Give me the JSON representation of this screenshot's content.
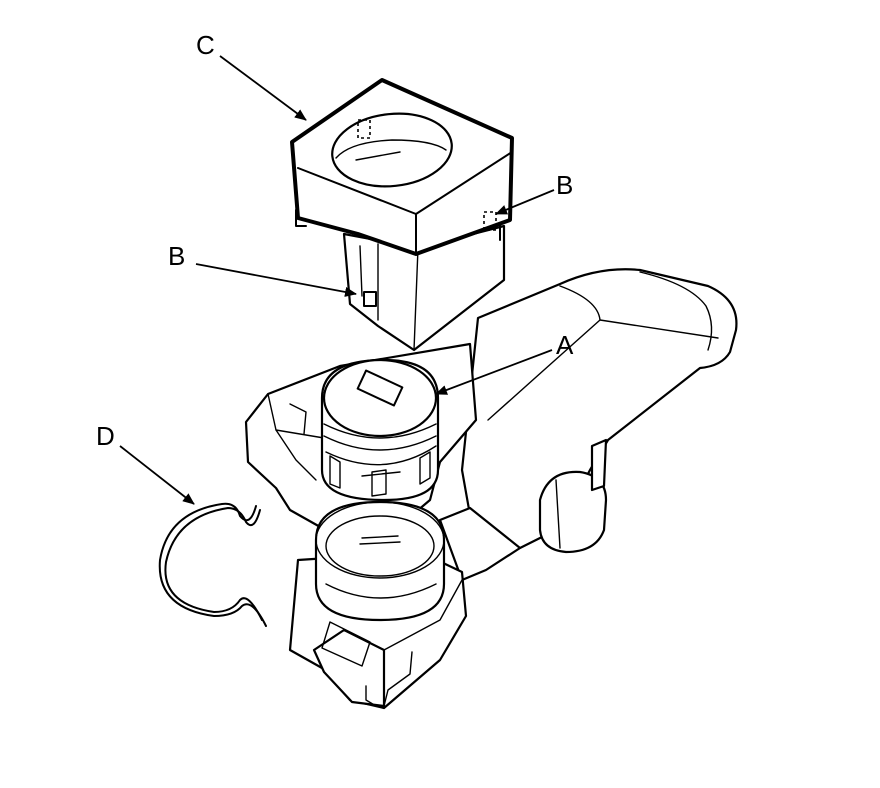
{
  "diagram": {
    "labels": {
      "a": "A",
      "b_right": "B",
      "b_left": "B",
      "c": "C",
      "d": "D"
    }
  }
}
